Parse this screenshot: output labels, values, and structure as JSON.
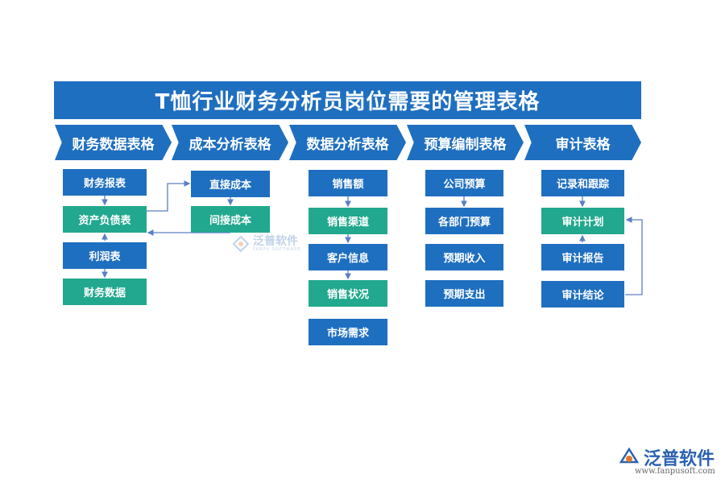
{
  "title": "T恤行业财务分析员岗位需要的管理表格",
  "columns": [
    {
      "header": "财务数据表格",
      "items": [
        "财务报表",
        "资产负债表",
        "利润表",
        "财务数据"
      ]
    },
    {
      "header": "成本分析表格",
      "items": [
        "直接成本",
        "间接成本"
      ]
    },
    {
      "header": "数据分析表格",
      "items": [
        "销售额",
        "销售渠道",
        "客户信息",
        "销售状况",
        "市场需求"
      ]
    },
    {
      "header": "预算编制表格",
      "items": [
        "公司预算",
        "各部门预算",
        "预期收入",
        "预期支出"
      ]
    },
    {
      "header": "审计表格",
      "items": [
        "记录和跟踪",
        "审计计划",
        "审计报告",
        "审计结论"
      ]
    }
  ],
  "watermark": {
    "name": "泛普软件",
    "sub": "FANPU SOFTWARE"
  },
  "logo": {
    "name": "泛普软件",
    "url": "www.fanpusoft.com"
  },
  "colors": {
    "blue": "#1f6fc0",
    "teal": "#21a88e",
    "arrow": "#5a7fc4"
  }
}
